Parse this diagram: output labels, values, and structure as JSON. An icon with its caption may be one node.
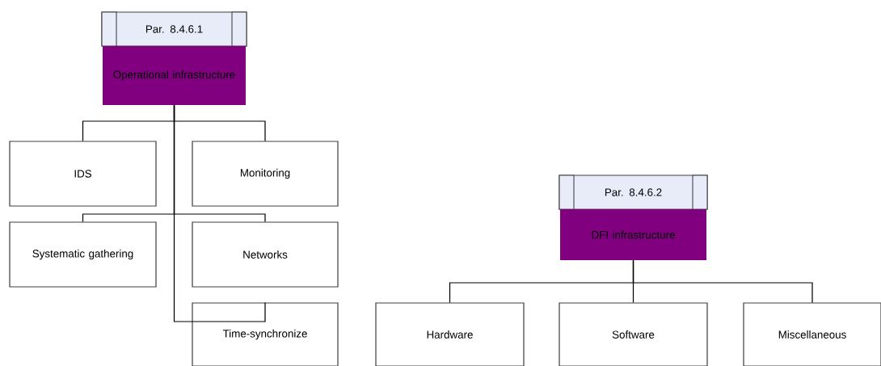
{
  "diagram": {
    "nodes": [
      {
        "text": [
          "Par. 8.4.6.1",
          "Operational infrastructure"
        ]
      },
      {
        "text": [
          "IDS"
        ]
      },
      {
        "text": [
          "Monitoring"
        ]
      },
      {
        "text": [
          "Systematic gathering"
        ]
      },
      {
        "text": [
          "Networks"
        ]
      },
      {
        "text": [
          "Time-synchronize"
        ]
      },
      {
        "text": [
          "Par. 8.4.6.2",
          "DFI infrastructure"
        ]
      },
      {
        "text": [
          "Hardware"
        ]
      },
      {
        "text": [
          "Software"
        ]
      },
      {
        "text": [
          "Miscellaneous"
        ]
      }
    ],
    "edges": [
      {
        "from": 0,
        "to": 1,
        "arrow": "none"
      },
      {
        "from": 0,
        "to": 2,
        "arrow": "none"
      },
      {
        "from": 0,
        "to": 3,
        "arrow": "none"
      },
      {
        "from": 0,
        "to": 4,
        "arrow": "none"
      },
      {
        "from": 0,
        "to": 5,
        "arrow": "none"
      },
      {
        "from": 6,
        "to": 7,
        "arrow": "none"
      },
      {
        "from": 6,
        "to": 8,
        "arrow": "none"
      },
      {
        "from": 6,
        "to": 9,
        "arrow": "none"
      }
    ]
  }
}
